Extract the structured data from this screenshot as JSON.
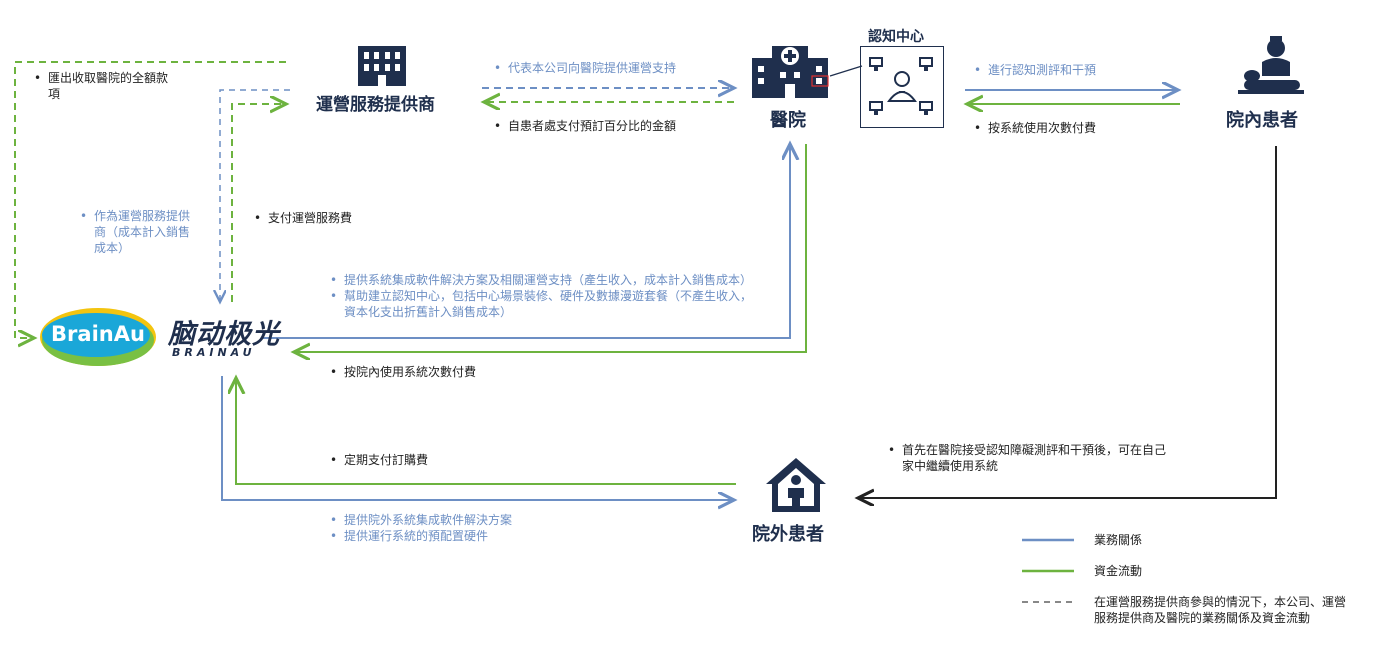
{
  "nodes": {
    "operator": "運營服務提供商",
    "hospital": "醫院",
    "cognitive_center": "認知中心",
    "inpatient": "院內患者",
    "outpatient": "院外患者",
    "brand_cn": "脑动极光",
    "brand_en": "BRAINAU",
    "brand_logo_text": "BrainAu"
  },
  "labels": {
    "remit_1": "匯出收取醫院的全額款",
    "remit_2": "項",
    "cost_1": "作為運營服務提供",
    "cost_2": "商（成本計入銷售",
    "cost_3": "成本）",
    "pay_service": "支付運營服務費",
    "on_behalf": "代表本公司向醫院提供運營支持",
    "percent": "自患者處支付預訂百分比的金額",
    "assess": "進行認知測評和干預",
    "pay_usage": "按系統使用次數付費",
    "provide_1": "提供系統集成軟件解決方案及相關運營支持（產生收入，成本計入銷售成本）",
    "provide_2": "幫助建立認知中心，包括中心場景裝修、硬件及數據漫遊套餐（不產生收入，",
    "provide_3": "資本化支出折舊計入銷售成本）",
    "pay_inhospital": "按院內使用系統次數付費",
    "subscription": "定期支付訂購費",
    "home_1": "首先在醫院接受認知障礙測評和干預後，可在自己",
    "home_2": "家中繼續使用系統",
    "outside_1": "提供院外系統集成軟件解決方案",
    "outside_2": "提供運行系統的預配置硬件"
  },
  "legend": {
    "business": "業務關係",
    "funds": "資金流動",
    "dashed_1": "在運營服務提供商參與的情況下，本公司、運營",
    "dashed_2": "服務提供商及醫院的業務關係及資金流動"
  },
  "colors": {
    "blue": "#6d8fc4",
    "green": "#6db33f",
    "navy": "#1f2f4d",
    "black": "#222222"
  },
  "icons": [
    "building-icon",
    "hospital-icon",
    "computer-network-icon",
    "patient-bed-icon",
    "house-person-icon"
  ]
}
